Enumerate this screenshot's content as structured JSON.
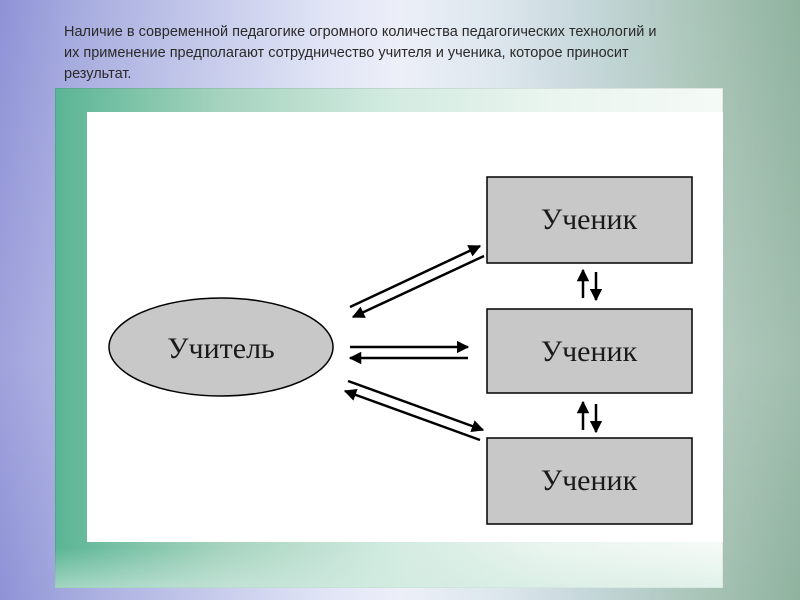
{
  "caption": {
    "text": "Наличие в современной педагогике огромного количества педагогических технологий и их применение предполагают сотрудничество учителя и ученика, которое приносит результат."
  },
  "diagram": {
    "teacher_label": "Учитель",
    "students": [
      {
        "label": "Ученик"
      },
      {
        "label": "Ученик"
      },
      {
        "label": "Ученик"
      }
    ],
    "colors": {
      "node_fill": "#c8c8c8",
      "stroke": "#000000"
    }
  }
}
